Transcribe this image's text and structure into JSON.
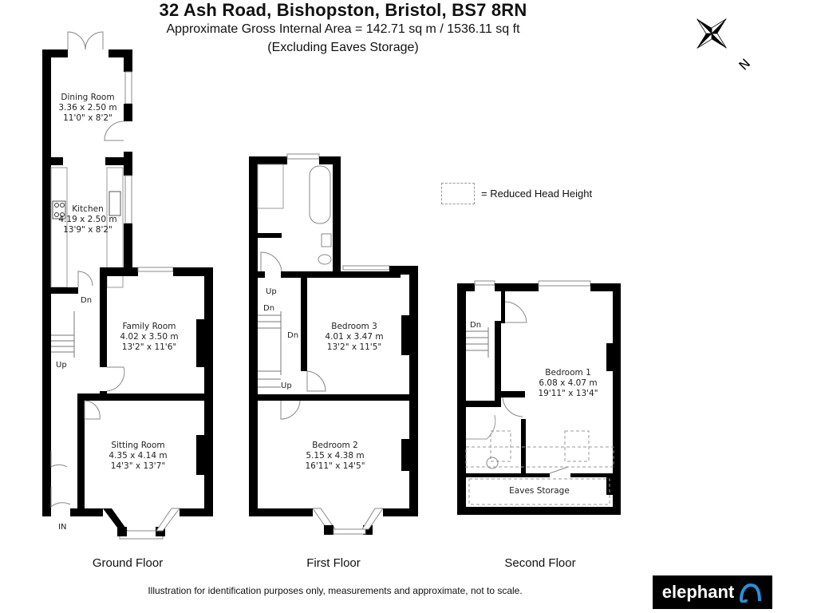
{
  "header": {
    "address": "32 Ash Road, Bishopston, Bristol, BS7 8RN",
    "area": "Approximate Gross Internal Area = 142.71 sq m / 1536.11 sq ft",
    "note": "(Excluding Eaves Storage)"
  },
  "compass": {
    "icon": "north-arrow-icon",
    "label": "N"
  },
  "legend": {
    "symbol": "dashed-box",
    "text": "= Reduced Head Height"
  },
  "floors": [
    {
      "name": "Ground Floor",
      "rooms": [
        {
          "name": "Dining Room",
          "metric": "3.36 x 2.50 m",
          "imperial": "11'0\" x 8'2\""
        },
        {
          "name": "Kitchen",
          "metric": "4.19 x 2.50 m",
          "imperial": "13'9\" x 8'2\""
        },
        {
          "name": "Family Room",
          "metric": "4.02 x 3.50 m",
          "imperial": "13'2\" x 11'6\""
        },
        {
          "name": "Sitting Room",
          "metric": "4.35 x 4.14 m",
          "imperial": "14'3\" x 13'7\""
        }
      ],
      "annotations": {
        "dn": "Dn",
        "up": "Up",
        "in": "IN"
      }
    },
    {
      "name": "First Floor",
      "rooms": [
        {
          "name": "Bedroom 3",
          "metric": "4.01 x 3.47 m",
          "imperial": "13'2\" x 11'5\""
        },
        {
          "name": "Bedroom 2",
          "metric": "5.15 x 4.38 m",
          "imperial": "16'11\" x 14'5\""
        }
      ],
      "annotations": {
        "up1": "Up",
        "dn1": "Dn",
        "dn2": "Dn",
        "up2": "Up"
      }
    },
    {
      "name": "Second Floor",
      "rooms": [
        {
          "name": "Bedroom 1",
          "metric": "6.08 x 4.07 m",
          "imperial": "19'11\" x 13'4\""
        },
        {
          "name": "Eaves Storage",
          "metric": "",
          "imperial": ""
        }
      ],
      "annotations": {
        "dn": "Dn"
      }
    }
  ],
  "footer": {
    "disclaimer": "Illustration for identification purposes only, measurements and approximate, not to scale.",
    "brand": "elephant",
    "brand_accent": "#2a8fd6"
  }
}
